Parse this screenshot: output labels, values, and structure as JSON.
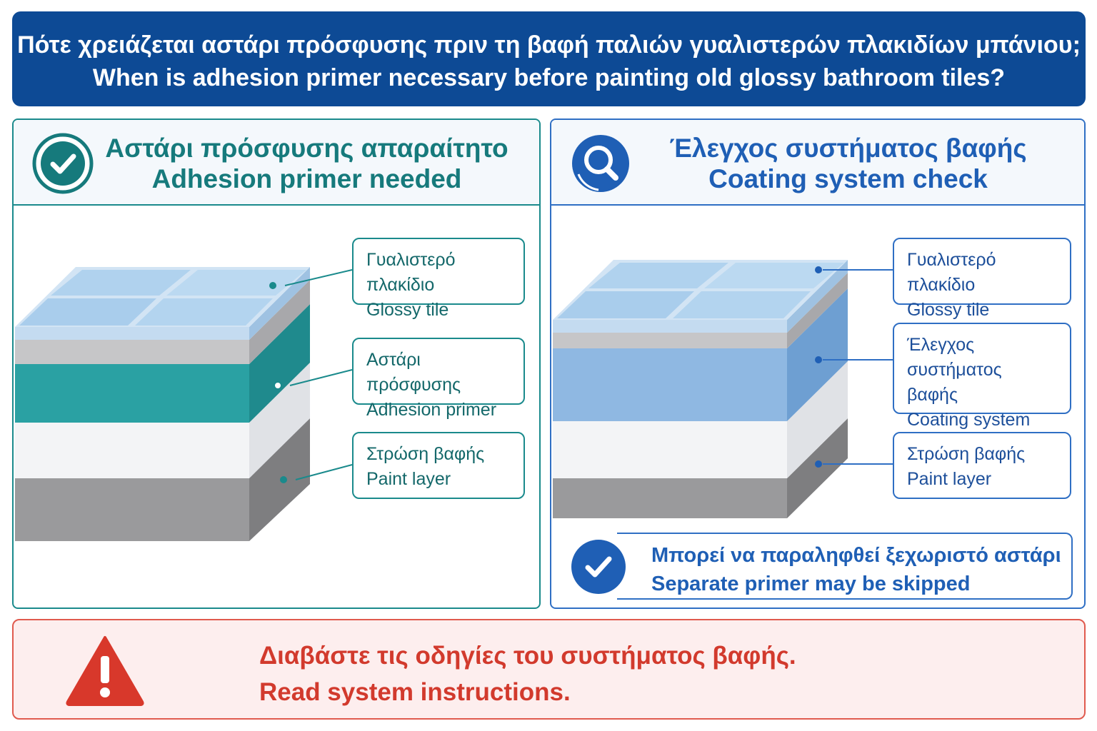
{
  "header": {
    "title_el": "Πότε χρειάζεται αστάρι πρόσφυσης πριν τη βαφή παλιών γυαλιστερών πλακιδίων μπάνιου;",
    "title_en": "When is adhesion primer necessary before painting old glossy bathroom tiles?"
  },
  "left_panel": {
    "title_el": "Αστάρι πρόσφυσης απαραίτητο",
    "title_en": "Adhesion primer needed",
    "icon": "check-circle-icon",
    "accent_color": "#1a8a8c",
    "labels": [
      {
        "el": "Γυαλιστερό πλακίδιο",
        "en": "Glossy tile"
      },
      {
        "el": "Αστάρι πρόσφυσης",
        "en": "Adhesion primer"
      },
      {
        "el": "Στρώση βαφής",
        "en": "Paint layer"
      }
    ]
  },
  "right_panel": {
    "title_el": "Έλεγχος συστήματος βαφής",
    "title_en": "Coating system check",
    "icon": "magnifier-icon",
    "accent_color": "#2f6fc4",
    "labels": [
      {
        "el": "Γυαλιστερό πλακίδιο",
        "en": "Glossy tile"
      },
      {
        "el": "Έλεγχος συστήματος βαφής",
        "en": "Coating system check"
      },
      {
        "el": "Στρώση βαφής",
        "en": "Paint layer"
      }
    ],
    "note": {
      "el": "Μπορεί να παραληφθεί ξεχωριστό αστάρι",
      "en": "Separate primer may be skipped",
      "icon": "check-circle-icon"
    }
  },
  "warning": {
    "el": "Διαβάστε τις οδηγίες του συστήματος βαφής.",
    "en": "Read system instructions.",
    "icon": "warning-triangle-icon",
    "color": "#d23a2d"
  }
}
